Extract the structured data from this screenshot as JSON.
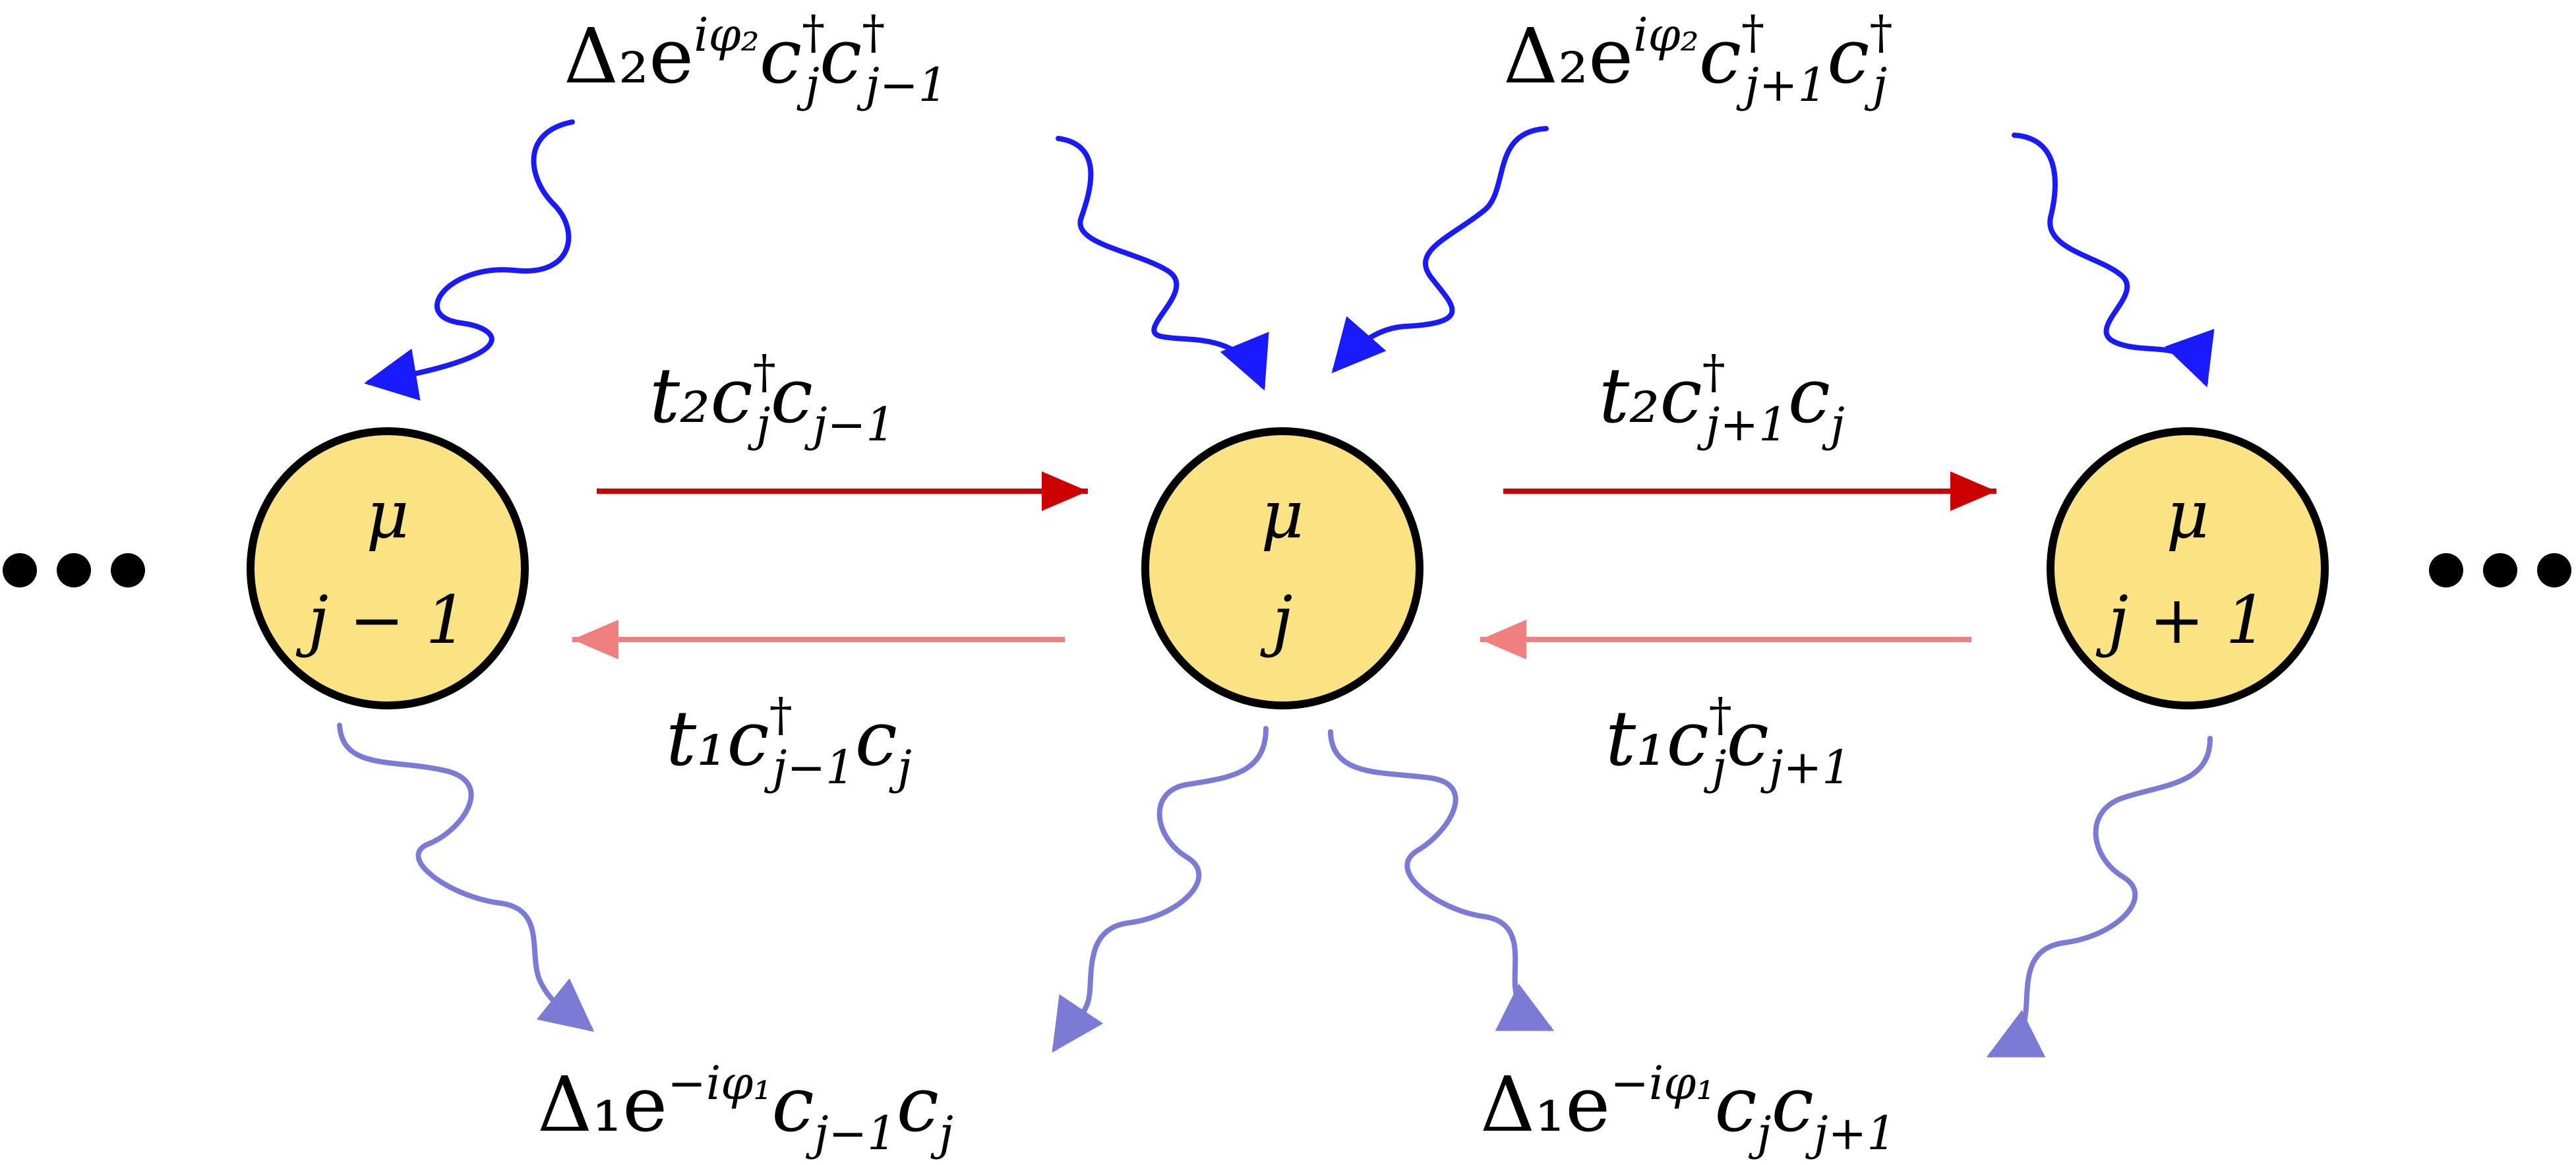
{
  "colors": {
    "site_fill": "#fbe283",
    "site_stroke": "#000000",
    "forward_hop": "#cc0000",
    "backward_hop": "#f08080",
    "pair_creation": "#1a1aff",
    "pair_annihilation": "#7b7bd6"
  },
  "ellipsis": {
    "left": "⋯",
    "right": "⋯"
  },
  "sites": [
    {
      "mu": "μ",
      "label": "j − 1"
    },
    {
      "mu": "μ",
      "label": "j"
    },
    {
      "mu": "μ",
      "label": "j + 1"
    }
  ],
  "hopping": {
    "forward": [
      {
        "base": "t₂c",
        "dagger_sub": "j",
        "rest": "c",
        "rest_sub": "j−1"
      },
      {
        "base": "t₂c",
        "dagger_sub": "j+1",
        "rest": "c",
        "rest_sub": "j"
      }
    ],
    "backward": [
      {
        "base": "t₁c",
        "dagger_sub": "j−1",
        "rest": "c",
        "rest_sub": "j"
      },
      {
        "base": "t₁c",
        "dagger_sub": "j",
        "rest": "c",
        "rest_sub": "j+1"
      }
    ]
  },
  "pairing_top": [
    {
      "prefix": "Δ₂e",
      "exp": "iφ₂",
      "ops": "c",
      "sub1": "j",
      "ops2": "c",
      "sub2": "j−1"
    },
    {
      "prefix": "Δ₂e",
      "exp": "iφ₂",
      "ops": "c",
      "sub1": "j+1",
      "ops2": "c",
      "sub2": "j"
    }
  ],
  "pairing_bottom": [
    {
      "prefix": "Δ₁e",
      "exp": "−iφ₁",
      "ops": "c",
      "sub1": "j−1",
      "ops2": "c",
      "sub2": "j"
    },
    {
      "prefix": "Δ₁e",
      "exp": "−iφ₁",
      "ops": "c",
      "sub1": "j",
      "ops2": "c",
      "sub2": "j+1"
    }
  ],
  "dagger": "†"
}
